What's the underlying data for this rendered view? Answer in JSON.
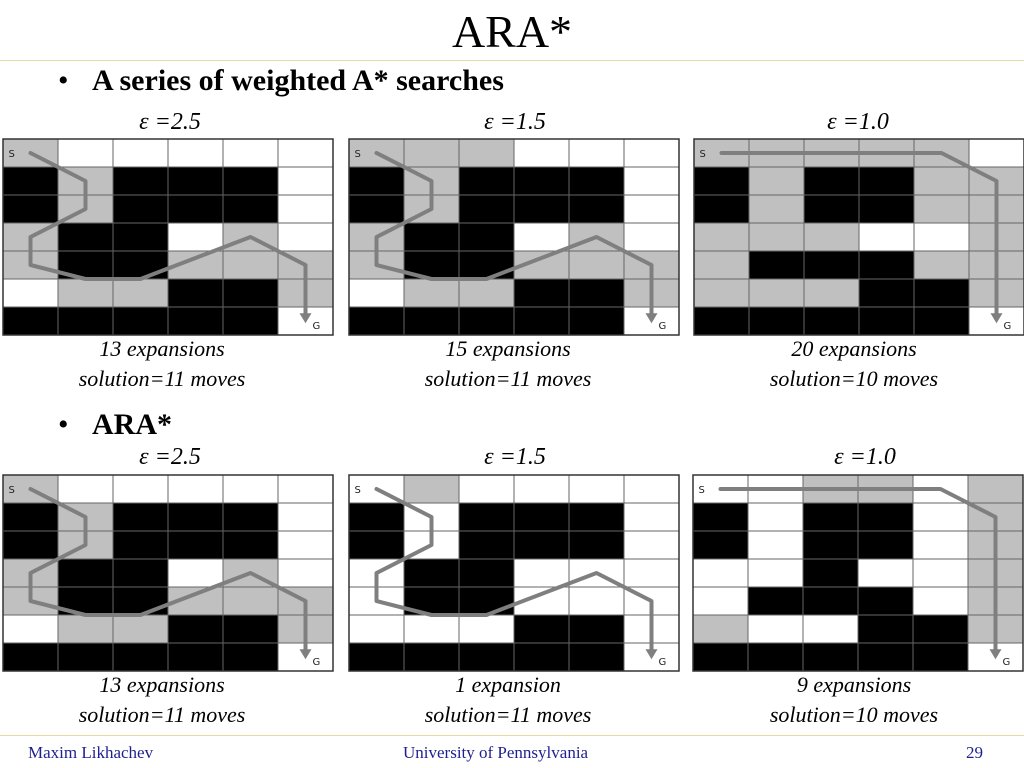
{
  "slide": {
    "title": "ARA*",
    "page_number": "29"
  },
  "footer": {
    "author": "Maxim Likhachev",
    "institution": "University of Pennsylvania"
  },
  "sections": [
    {
      "bullet": "A series of weighted A* searches",
      "panels": [
        {
          "epsilon_label": "ε =2.5",
          "expansions": "13 expansions",
          "solution": "solution=11 moves",
          "cells": [
            "gwwwww",
            "bgbbbw",
            "bgbbbw",
            "gbbwgw",
            "gbbggg",
            "wggbbg",
            "bbbbbw"
          ],
          "path": [
            [
              0.5,
              0.5
            ],
            [
              1.5,
              1.5
            ],
            [
              1.5,
              2.5
            ],
            [
              0.5,
              3.5
            ],
            [
              0.5,
              4.5
            ],
            [
              1.5,
              5.0
            ],
            [
              2.5,
              5.0
            ],
            [
              4.5,
              3.5
            ],
            [
              5.5,
              4.5
            ],
            [
              5.5,
              6.4
            ]
          ]
        },
        {
          "epsilon_label": "ε =1.5",
          "expansions": "15 expansions",
          "solution": "solution=11 moves",
          "cells": [
            "gggwww",
            "bgbbbw",
            "bgbbbw",
            "gbbwgw",
            "gbbggg",
            "wggbbg",
            "bbbbbw"
          ],
          "path": [
            [
              0.5,
              0.5
            ],
            [
              1.5,
              1.5
            ],
            [
              1.5,
              2.5
            ],
            [
              0.5,
              3.5
            ],
            [
              0.5,
              4.5
            ],
            [
              1.5,
              5.0
            ],
            [
              2.5,
              5.0
            ],
            [
              4.5,
              3.5
            ],
            [
              5.5,
              4.5
            ],
            [
              5.5,
              6.4
            ]
          ]
        },
        {
          "epsilon_label": "ε =1.0",
          "expansions": "20 expansions",
          "solution": "solution=10 moves",
          "cells": [
            "gggggw",
            "bgbbgg",
            "bgbbgg",
            "gggwwg",
            "gbbbgg",
            "gggbbg",
            "bbbbbw"
          ],
          "path": [
            [
              0.5,
              0.5
            ],
            [
              4.5,
              0.5
            ],
            [
              5.5,
              1.5
            ],
            [
              5.5,
              6.4
            ]
          ]
        }
      ]
    },
    {
      "bullet": "ARA*",
      "panels": [
        {
          "epsilon_label": "ε =2.5",
          "expansions": "13 expansions",
          "solution": "solution=11 moves",
          "cells": [
            "gwwwww",
            "bgbbbw",
            "bgbbbw",
            "gbbwgw",
            "gbbggg",
            "wggbbg",
            "bbbbbw"
          ],
          "path": [
            [
              0.5,
              0.5
            ],
            [
              1.5,
              1.5
            ],
            [
              1.5,
              2.5
            ],
            [
              0.5,
              3.5
            ],
            [
              0.5,
              4.5
            ],
            [
              1.5,
              5.0
            ],
            [
              2.5,
              5.0
            ],
            [
              4.5,
              3.5
            ],
            [
              5.5,
              4.5
            ],
            [
              5.5,
              6.4
            ]
          ]
        },
        {
          "epsilon_label": "ε =1.5",
          "expansions": "1 expansion",
          "solution": "solution=11 moves",
          "cells": [
            "wgwwww",
            "bwbbbw",
            "bwbbbw",
            "wbbwww",
            "wbbwww",
            "wwwbbw",
            "bbbbbw"
          ],
          "path": [
            [
              0.5,
              0.5
            ],
            [
              1.5,
              1.5
            ],
            [
              1.5,
              2.5
            ],
            [
              0.5,
              3.5
            ],
            [
              0.5,
              4.5
            ],
            [
              1.5,
              5.0
            ],
            [
              2.5,
              5.0
            ],
            [
              4.5,
              3.5
            ],
            [
              5.5,
              4.5
            ],
            [
              5.5,
              6.4
            ]
          ]
        },
        {
          "epsilon_label": "ε =1.0",
          "expansions": "9 expansions",
          "solution": "solution=10 moves",
          "cells": [
            "wwggwg",
            "bwbbwg",
            "bwbbwg",
            "wwbwwg",
            "wbbbwg",
            "gwwbbg",
            "bbbbbw"
          ],
          "path": [
            [
              0.5,
              0.5
            ],
            [
              4.5,
              0.5
            ],
            [
              5.5,
              1.5
            ],
            [
              5.5,
              6.4
            ]
          ]
        }
      ]
    }
  ],
  "grid_labels": {
    "start": "S",
    "goal": "G"
  },
  "colors": {
    "blocked": "#000000",
    "expanded": "#c0c0c0",
    "free": "#ffffff",
    "path": "#7f7f7f",
    "rule": "#e8d9a8",
    "footer_text": "#1f1f8f"
  }
}
